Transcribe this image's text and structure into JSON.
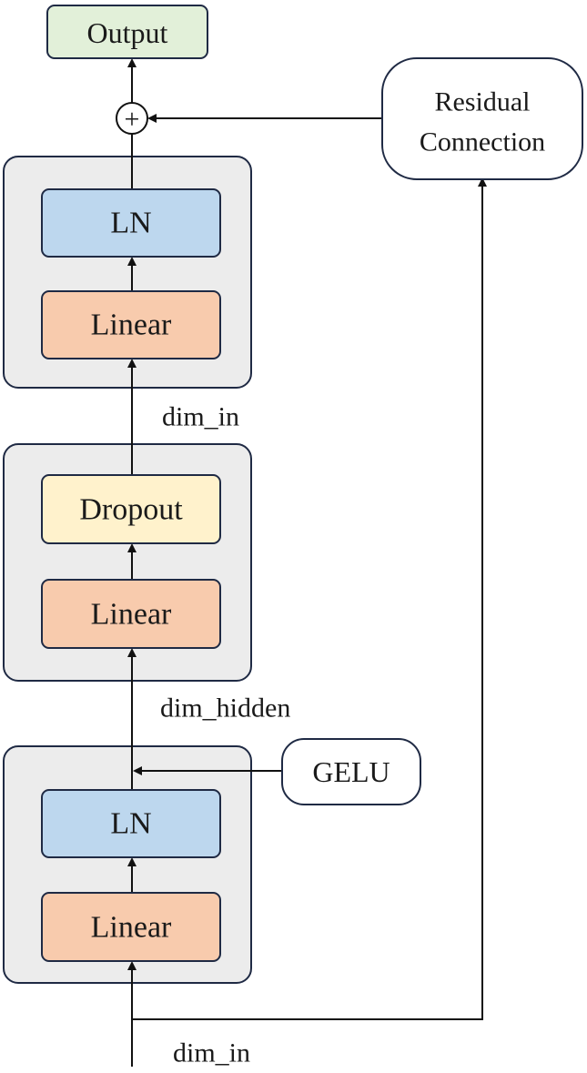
{
  "diagram": {
    "output_label": "Output",
    "residual_label_line1": "Residual",
    "residual_label_line2": "Connection",
    "plus_symbol": "+",
    "block_top": {
      "ln_label": "LN",
      "linear_label": "Linear"
    },
    "block_mid": {
      "dropout_label": "Dropout",
      "linear_label": "Linear"
    },
    "block_bottom": {
      "ln_label": "LN",
      "linear_label": "Linear"
    },
    "gelu_label": "GELU",
    "dim_in_upper": "dim_in",
    "dim_hidden": "dim_hidden",
    "dim_in_input": "dim_in"
  },
  "colors": {
    "output_fill": "#e2f0d9",
    "ln_fill": "#bdd7ee",
    "linear_fill": "#f8cbad",
    "dropout_fill": "#fff2cc",
    "group_fill": "#ececec",
    "node_border": "#1f2a44"
  }
}
